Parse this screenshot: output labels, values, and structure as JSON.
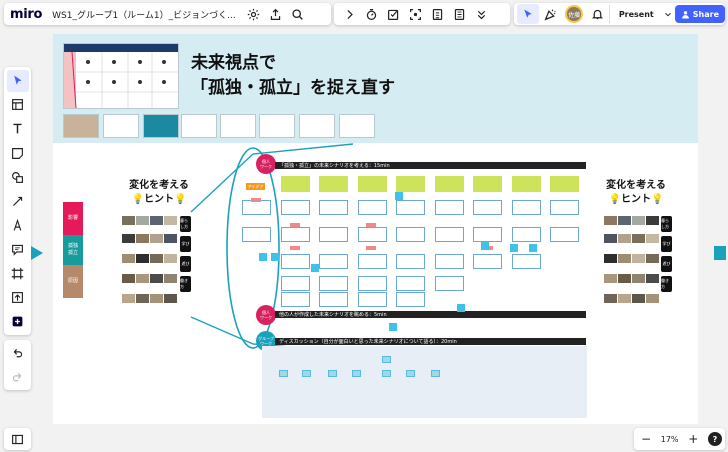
{
  "app": {
    "logo": "miro",
    "board_title": "WS1_グループ1（ルーム1）_ビジョンづく...",
    "present_label": "Present",
    "share_label": "Share",
    "avatar_initials": "佐藤"
  },
  "zoom": {
    "level": "17%",
    "minus": "−",
    "plus": "+",
    "help": "?"
  },
  "board": {
    "hero_line1": "未来視点で",
    "hero_line2": "「孤独・孤立」を捉え直す",
    "left_hint_line1": "変化を考える",
    "left_hint_line2": "ヒント",
    "right_hint_line1": "変化を考える",
    "right_hint_line2": "ヒント",
    "bulb": "💡",
    "categories": [
      {
        "label": "影響",
        "color": "#e6195b"
      },
      {
        "label": "孤独\n孤立",
        "color": "#179b9b"
      },
      {
        "label": "原因",
        "color": "#b48a6a"
      }
    ],
    "left_tags": [
      "暮らし方",
      "学び",
      "遊び",
      "働き方"
    ],
    "right_tags": [
      "暮らし方",
      "学び",
      "遊び",
      "働き方"
    ],
    "tag_1": "個人\nワーク",
    "tag_2": "個人\nワーク",
    "tag_3": "グループ\nワーク",
    "orange_label": "アイデア",
    "bar_1": "「孤独・孤立」の未来シナリオを考える：15min",
    "bar_2": "他の人が作成した未来シナリオを眺める：5min",
    "bar_3": "ディスカッション（自分が面白いと思った未来シナリオについて語る）：20min"
  },
  "colors": {
    "accent": "#4262ff",
    "header_band": "#d4ecf2",
    "teal": "#1aa2bd",
    "sticky_yellow": "#cde35c",
    "magenta": "#d8215f"
  }
}
